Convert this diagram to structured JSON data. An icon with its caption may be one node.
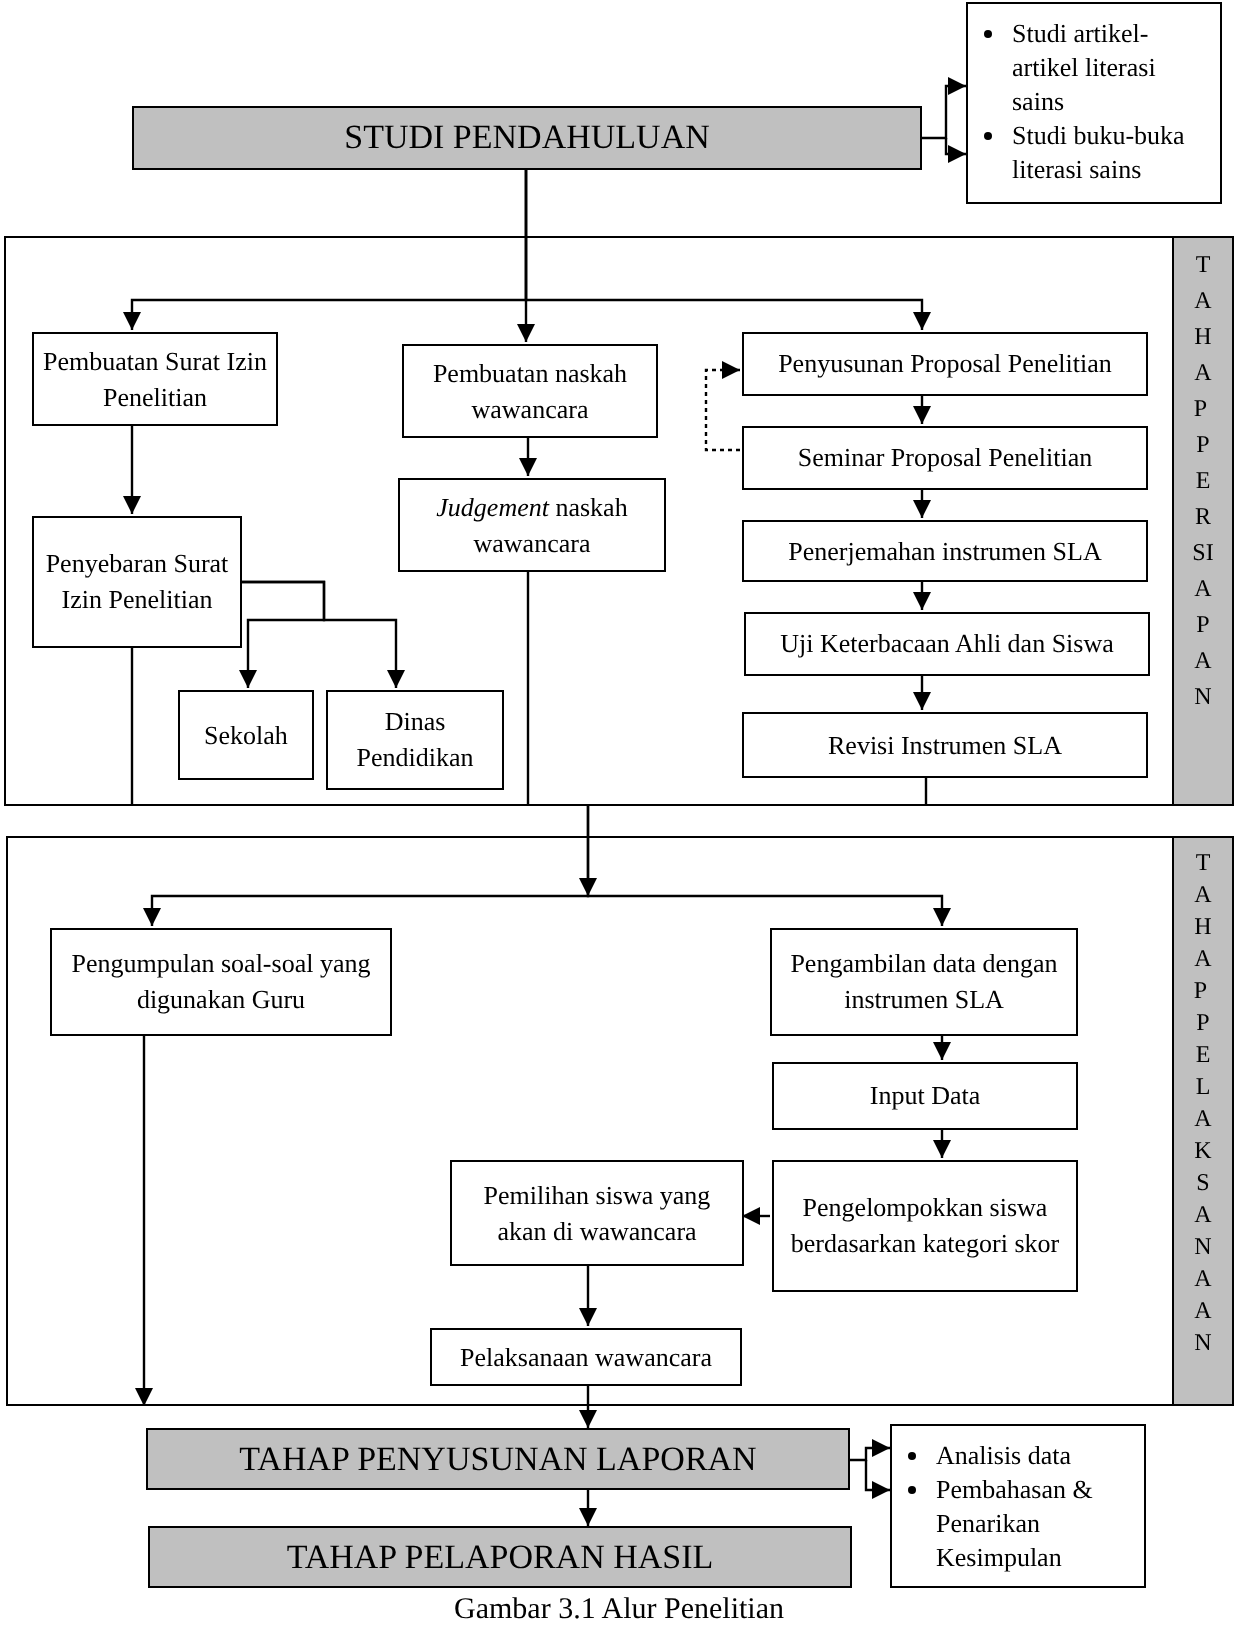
{
  "diagram": {
    "caption": "Gambar 3.1 Alur Penelitian",
    "nodes": [
      {
        "text": [
          "STUDI PENDAHULUAN"
        ]
      },
      {
        "text": [
          "Studi artikel-artikel literasi sains",
          "Studi buku-buka literasi sains"
        ]
      },
      {
        "text": [
          "TAHAP PERSIAPAN"
        ]
      },
      {
        "text": [
          "Pembuatan Surat Izin Penelitian"
        ],
        "in": 2
      },
      {
        "text": [
          "Penyebaran Surat Izin Penelitian"
        ],
        "in": 2
      },
      {
        "text": [
          "Sekolah"
        ],
        "in": 2
      },
      {
        "text": [
          "Dinas Pendidikan"
        ],
        "in": 2
      },
      {
        "text": [
          "Pembuatan naskah wawancara"
        ],
        "in": 2
      },
      {
        "text": [
          "*Judgement* naskah wawancara"
        ],
        "in": 2
      },
      {
        "text": [
          "Penyusunan Proposal Penelitian"
        ],
        "in": 2
      },
      {
        "text": [
          "Seminar Proposal Penelitian"
        ],
        "in": 2
      },
      {
        "text": [
          "Penerjemahan instrumen SLA"
        ],
        "in": 2
      },
      {
        "text": [
          "Uji Keterbacaan Ahli dan Siswa"
        ],
        "in": 2
      },
      {
        "text": [
          "Revisi Instrumen SLA"
        ],
        "in": 2
      },
      {
        "text": [
          "TAHAP PELAKSANAAN"
        ]
      },
      {
        "text": [
          "Pengumpulan soal-soal yang digunakan Guru"
        ],
        "in": 14
      },
      {
        "text": [
          "Pengambilan data dengan instrumen SLA"
        ],
        "in": 14
      },
      {
        "text": [
          "Input Data"
        ],
        "in": 14
      },
      {
        "text": [
          "Pengelompokkan siswa berdasarkan kategori skor"
        ],
        "in": 14
      },
      {
        "text": [
          "Pemilihan siswa yang akan di wawancara"
        ],
        "in": 14
      },
      {
        "text": [
          "Pelaksanaan wawancara"
        ],
        "in": 14
      },
      {
        "text": [
          "TAHAP PENYUSUNAN LAPORAN"
        ]
      },
      {
        "text": [
          "Analisis data",
          "Pembahasan & Penarikan Kesimpulan"
        ]
      },
      {
        "text": [
          "TAHAP PELAPORAN HASIL"
        ]
      }
    ],
    "edges": [
      {
        "from": 0,
        "to": 1,
        "arrow": "to"
      },
      {
        "from": 0,
        "to": 3,
        "arrow": "to"
      },
      {
        "from": 0,
        "to": 7,
        "arrow": "to"
      },
      {
        "from": 0,
        "to": 9,
        "arrow": "to"
      },
      {
        "from": 3,
        "to": 4,
        "arrow": "to"
      },
      {
        "from": 4,
        "to": 5,
        "arrow": "to"
      },
      {
        "from": 4,
        "to": 6,
        "arrow": "to"
      },
      {
        "from": 7,
        "to": 8,
        "arrow": "to"
      },
      {
        "from": 9,
        "to": 10,
        "arrow": "to"
      },
      {
        "from": 10,
        "to": 11,
        "arrow": "to"
      },
      {
        "from": 11,
        "to": 12,
        "arrow": "to"
      },
      {
        "from": 12,
        "to": 13,
        "arrow": "to"
      },
      {
        "from": 10,
        "to": 9,
        "arrow": "to",
        "style": "dashed"
      },
      {
        "from": 4,
        "to": 2,
        "arrow": "none"
      },
      {
        "from": 8,
        "to": 2,
        "arrow": "none"
      },
      {
        "from": 13,
        "to": 2,
        "arrow": "none"
      },
      {
        "from": 2,
        "to": 15,
        "arrow": "to"
      },
      {
        "from": 2,
        "to": 16,
        "arrow": "to"
      },
      {
        "from": 16,
        "to": 17,
        "arrow": "to"
      },
      {
        "from": 17,
        "to": 18,
        "arrow": "to"
      },
      {
        "from": 18,
        "to": 19,
        "arrow": "to"
      },
      {
        "from": 19,
        "to": 20,
        "arrow": "to"
      },
      {
        "from": 15,
        "to": 14,
        "arrow": "to"
      },
      {
        "from": 20,
        "to": 21,
        "arrow": "to"
      },
      {
        "from": 21,
        "to": 23,
        "arrow": "to"
      },
      {
        "from": 21,
        "to": 22,
        "arrow": "to"
      }
    ]
  }
}
